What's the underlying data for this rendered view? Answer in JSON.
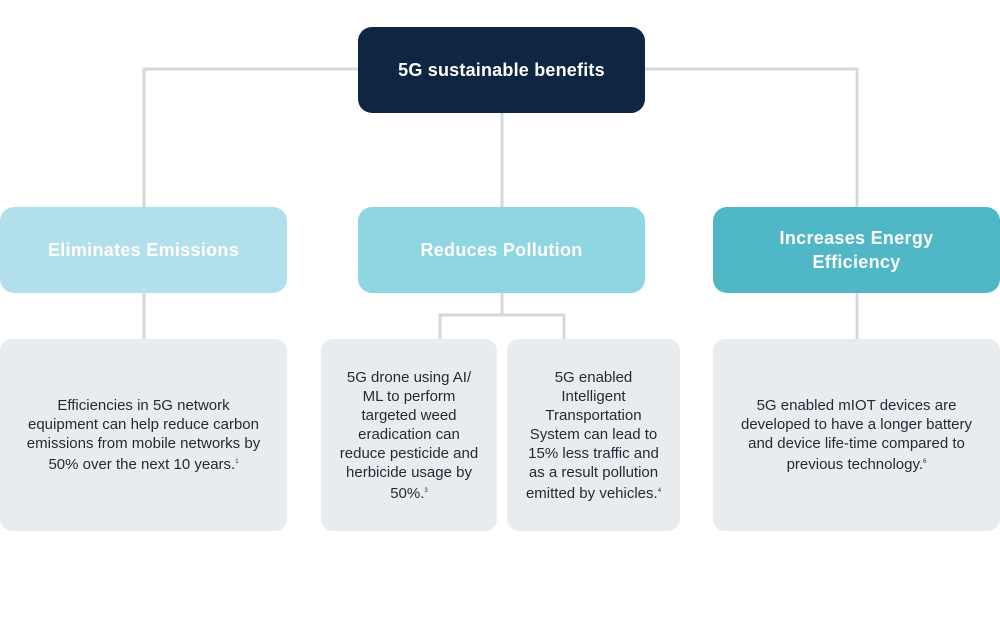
{
  "colors": {
    "root": "#0f2642",
    "emissions": "#b1e0ec",
    "pollution": "#8fd6e3",
    "energy": "#4fb7c5",
    "description_bg": "#e8ecef",
    "connector": "#d4d8dc"
  },
  "root": {
    "label": "5G sustainable benefits"
  },
  "categories": [
    {
      "label": "Eliminates Emissions"
    },
    {
      "label": "Reduces Pollution"
    },
    {
      "label": "Increases Energy Efficiency"
    }
  ],
  "descriptions": {
    "emissions": {
      "text": "Efficiencies in 5G network equipment can help reduce carbon emissions from mobile networks by 50% over the next 10 years.",
      "ref": "1"
    },
    "pollution_drone": {
      "text": "5G drone using AI/ ML to perform targeted weed eradication can reduce pesticide and herbicide usage by 50%.",
      "ref": "3"
    },
    "pollution_transport": {
      "text": "5G enabled Intelligent Transportation System can lead to 15% less traffic and as a result pollution emitted by vehicles.",
      "ref": "4"
    },
    "energy": {
      "text": "5G enabled mIOT devices are developed to have a longer battery and device life-time compared to previous technology.",
      "ref": "6"
    }
  }
}
